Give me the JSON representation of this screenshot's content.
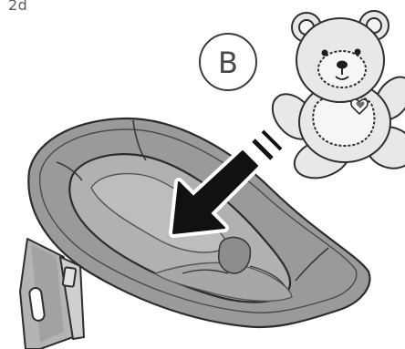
{
  "page_label": "2d",
  "step_badge": "B",
  "colors": {
    "seat_fabric": "#9b9b9b",
    "seat_shadow": "#7d7d7d",
    "seat_light": "#b3b3b3",
    "outline": "#2b2b2b",
    "teddy_fill": "#e6e6e6",
    "arrow": "#111111"
  },
  "icons": [
    "teddy-bear-toy",
    "insert-arrow",
    "step-badge",
    "baby-seat-insert",
    "seat-frame-bracket"
  ]
}
